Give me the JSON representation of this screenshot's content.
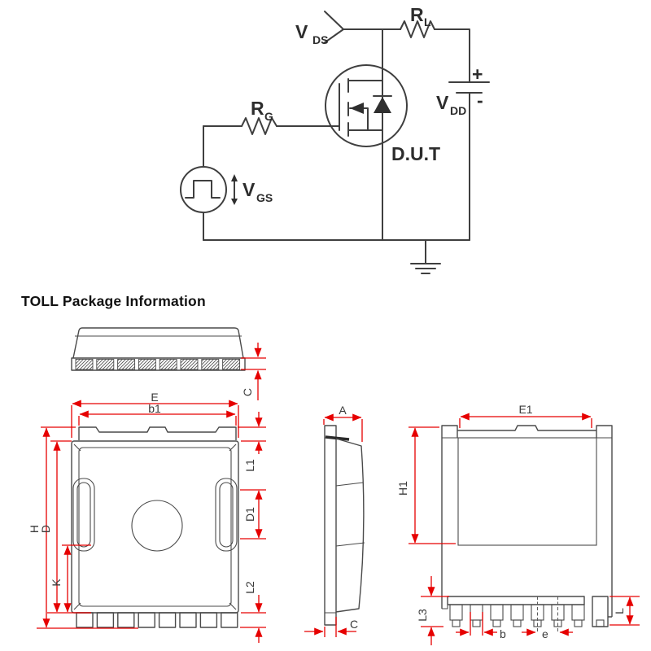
{
  "heading": {
    "title": "TOLL Package Information"
  },
  "circuit": {
    "vds": {
      "base": "V",
      "sub": "DS"
    },
    "rl": {
      "base": "R",
      "sub": "L"
    },
    "rg": {
      "base": "R",
      "sub": "G"
    },
    "vgs": {
      "base": "V",
      "sub": "GS"
    },
    "vdd": {
      "base": "V",
      "sub": "DD"
    },
    "dut_label": "D.U.T",
    "battery_plus": "+",
    "battery_minus": "-"
  },
  "package": {
    "dims": {
      "C_front": "C",
      "E": "E",
      "b1": "b1",
      "H": "H",
      "D": "D",
      "K": "K",
      "L1": "L1",
      "D1": "D1",
      "L2": "L2",
      "A": "A",
      "C_side": "C",
      "E1": "E1",
      "H1": "H1",
      "L3": "L3",
      "b": "b",
      "e": "e",
      "L": "L"
    }
  },
  "colors": {
    "dimension_line": "#e60000",
    "drawing_line": "#4a4a4a",
    "text": "#2d2d2d"
  }
}
